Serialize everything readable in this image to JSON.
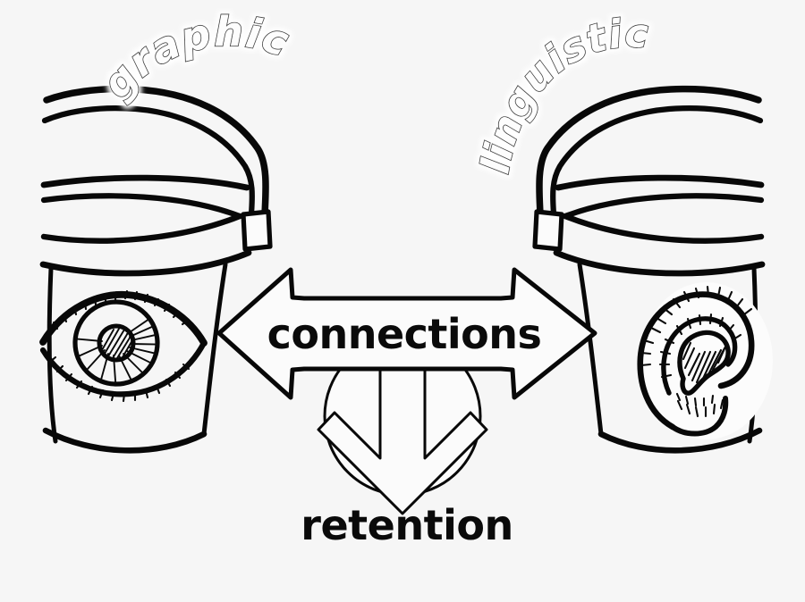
{
  "diagram": {
    "title": "Dual-channel multimedia learning diagram",
    "background_color": "#f6f6f6",
    "ink_color": "#080808",
    "style": "hand-drawn black line art"
  },
  "labels": {
    "left_bucket": "graphic",
    "right_bucket": "linguistic",
    "center_arrow": "connections",
    "down_arrow": "retention"
  },
  "left_channel": {
    "name": "graphic",
    "vessel": "bucket",
    "sense_icon": "eye-icon",
    "sense": "eye"
  },
  "right_channel": {
    "name": "linguistic",
    "vessel": "bucket",
    "sense_icon": "ear-icon",
    "sense": "ear"
  },
  "connectors": {
    "horizontal": {
      "icon": "double-headed-arrow-icon",
      "label": "connections",
      "direction": "bidirectional"
    },
    "vertical": {
      "icon": "down-arrow-in-circle-icon",
      "label": "retention",
      "direction": "down"
    }
  }
}
